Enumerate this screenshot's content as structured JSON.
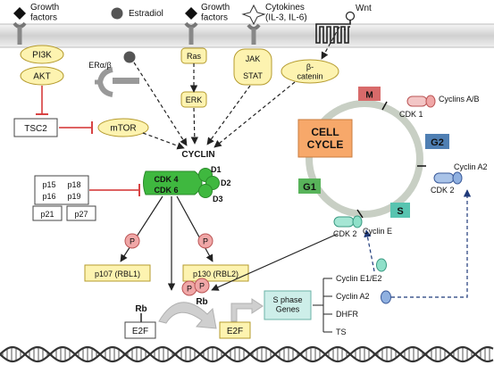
{
  "colors": {
    "membrane": "#d9d9d9",
    "yellow_box": "#fdf3b0",
    "yellow_box_border": "#b59b2e",
    "cdk_green": "#3fb83f",
    "cycle_ring": "#c8cfc4",
    "cell_cycle_orange": "#f7a86a",
    "phase_m": "#d86a6a",
    "phase_g2": "#4f7fb3",
    "phase_g1": "#58b35a",
    "phase_s": "#58c4b0",
    "inhibitor_red": "#d32f2f",
    "p_circle": "#f0a7a7",
    "sphase_box": "#cdeee9"
  },
  "receptors": {
    "growth_factors_1": "Growth\nfactors",
    "estradiol": "Estradiol",
    "growth_factors_2": "Growth\nfactors",
    "cytokines": "Cytokines\n(IL-3, IL-6)",
    "wnt": "Wnt"
  },
  "pathway": {
    "pi3k": "PI3K",
    "akt": "AKT",
    "tsc2": "TSC2",
    "mtor": "mTOR",
    "er": "ERα/β",
    "ras": "Ras",
    "erk": "ERK",
    "jak": "JAK",
    "stat": "STAT",
    "beta_catenin": "β-\ncatenin",
    "cyclin": "CYCLIN",
    "d1": "D1",
    "d2": "D2",
    "d3": "D3",
    "cdk4": "CDK 4",
    "cdk6": "CDK 6"
  },
  "inhibitors": {
    "p15": "p15",
    "p18": "p18",
    "p16": "p16",
    "p19": "p19",
    "p21": "p21",
    "p27": "p27"
  },
  "pocket_proteins": {
    "p": "P",
    "p107": "p107 (RBL1)",
    "p130": "p130 (RBL2)"
  },
  "rb": {
    "rb_left": "Rb",
    "e2f_left": "E2F",
    "rb_right": "Rb",
    "e2f_right": "E2F",
    "sphase_genes": "S phase\nGenes"
  },
  "targets": {
    "cyclin_e1e2": "Cyclin E1/E2",
    "cyclin_a2": "Cyclin A2",
    "dhfr": "DHFR",
    "ts": "TS"
  },
  "cell_cycle": {
    "title": "CELL\nCYCLE",
    "m": "M",
    "g2": "G2",
    "g1": "G1",
    "s": "S",
    "cdk1": "CDK 1",
    "cyclins_ab": "Cyclins A/B",
    "cdk2_a": "CDK 2",
    "cyclin_a2": "Cyclin A2",
    "cdk2_e": "CDK 2",
    "cyclin_e": "Cyclin E"
  }
}
